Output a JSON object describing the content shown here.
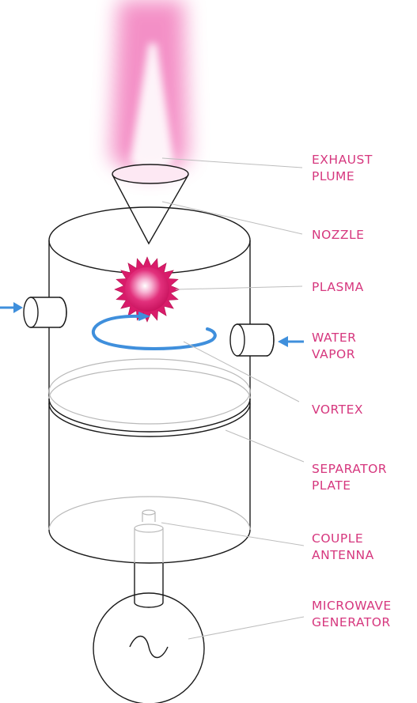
{
  "colors": {
    "label": "#d6377e",
    "flow_arrow": "#3f8fdc",
    "plasma": "#d91b6a",
    "plume": "#f06bb3"
  },
  "labels": {
    "exhaust_plume": [
      "EXHAUST",
      "PLUME"
    ],
    "nozzle": [
      "NOZZLE"
    ],
    "plasma": [
      "PLASMA"
    ],
    "water_vapor": [
      "WATER",
      "VAPOR"
    ],
    "vortex": [
      "VORTEX"
    ],
    "separator_plate": [
      "SEPARATOR",
      "PLATE"
    ],
    "couple_antenna": [
      "COUPLE",
      "ANTENNA"
    ],
    "microwave_generator": [
      "MICROWAVE",
      "GENERATOR"
    ]
  },
  "icons": {
    "generator_symbol": "sine-wave-icon",
    "inlet_arrow": "arrow-right-icon",
    "vapor_arrow": "arrow-left-icon"
  }
}
